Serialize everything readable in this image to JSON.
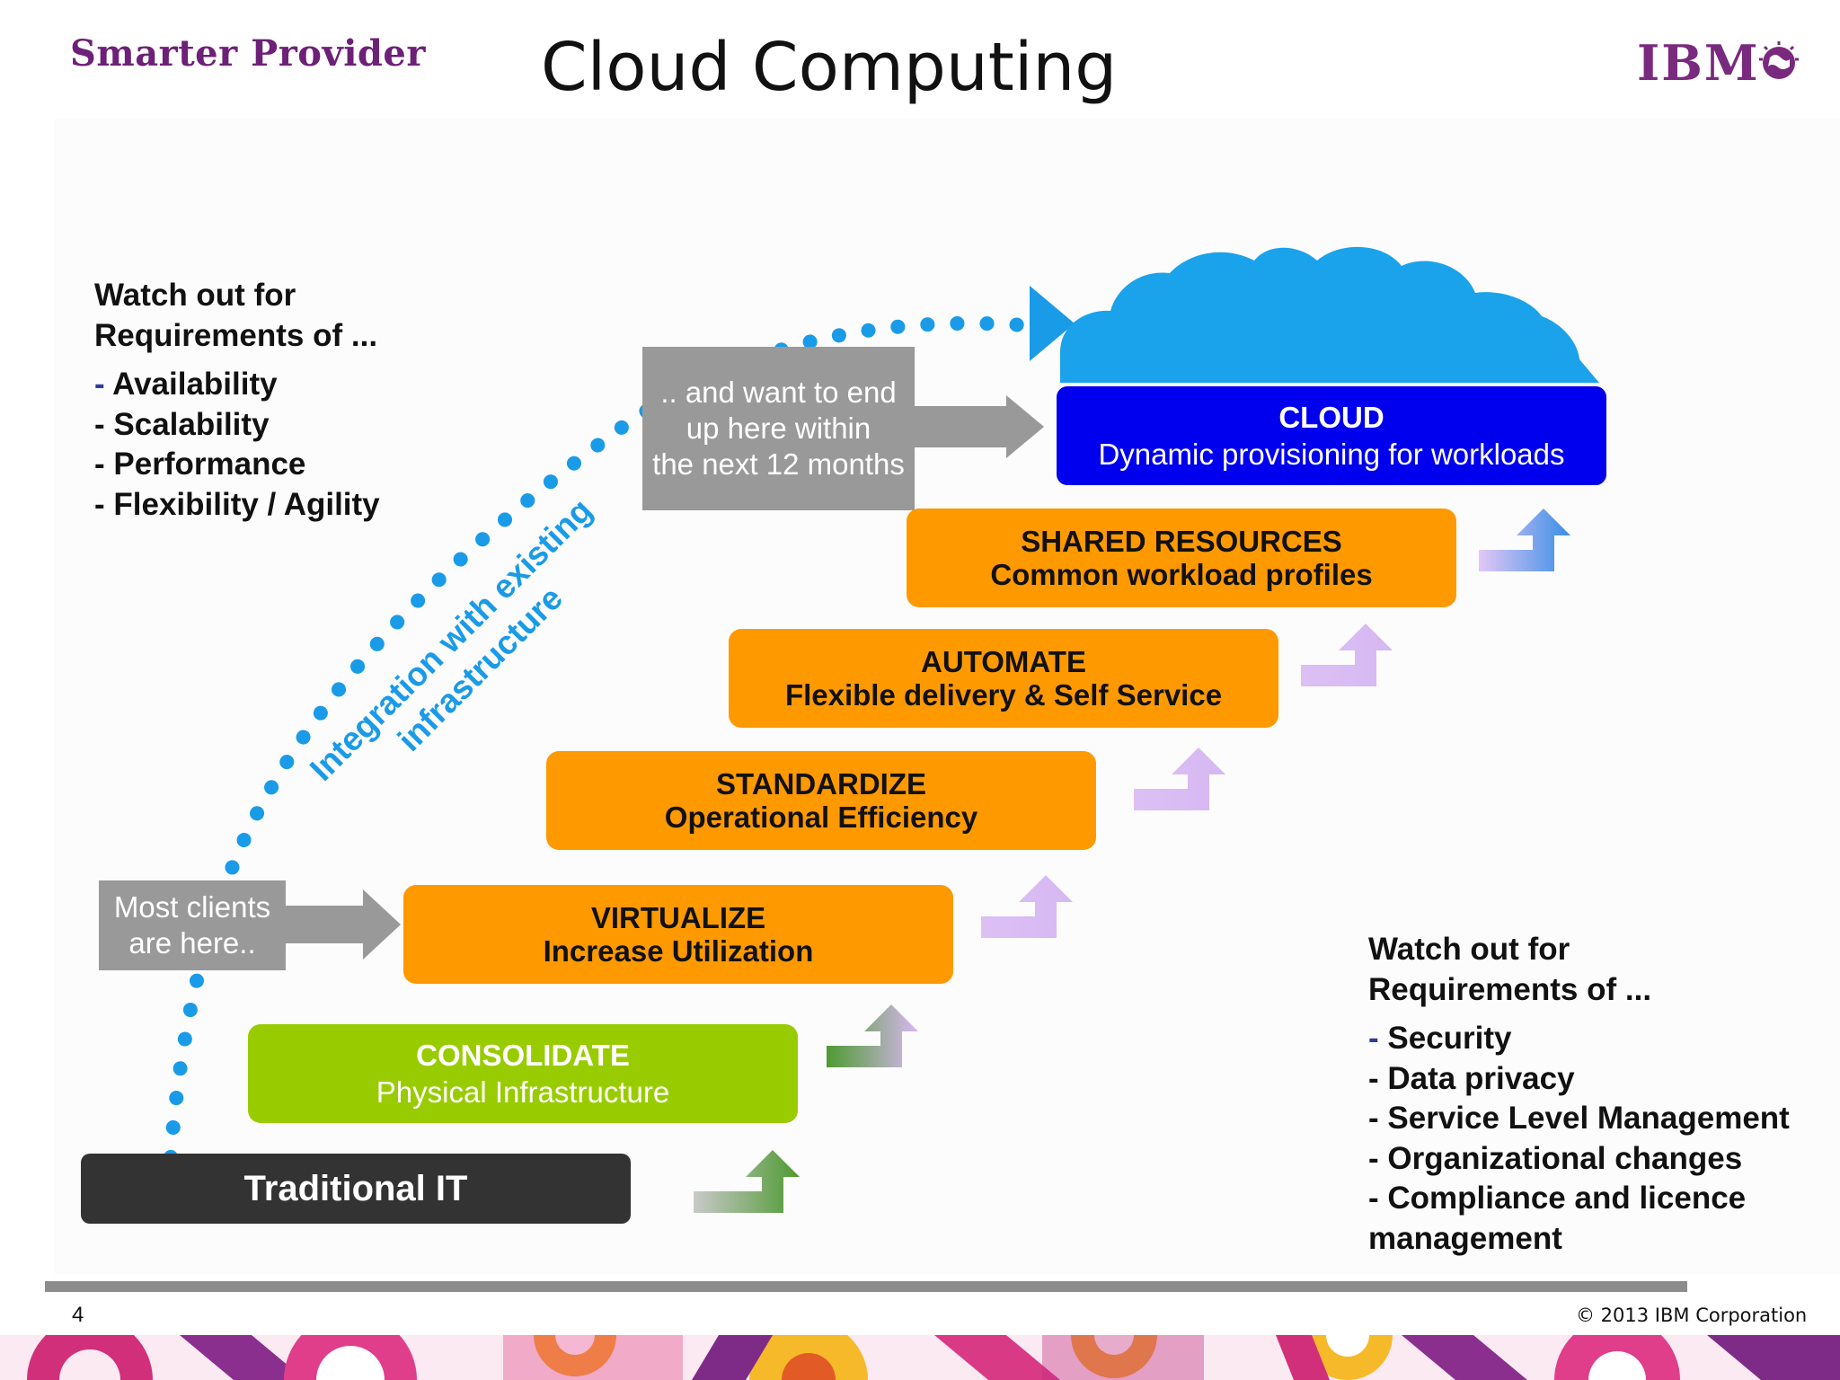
{
  "header": {
    "brand": "Smarter Provider",
    "title": "Cloud Computing",
    "logo_text": "IBM"
  },
  "left_notes": {
    "heading_line1": "Watch out for",
    "heading_line2": "Requirements of ...",
    "items": [
      "Availability",
      "Scalability",
      "Performance",
      "Flexibility / Agility"
    ]
  },
  "right_notes": {
    "heading_line1": "Watch out for",
    "heading_line2": "Requirements of ...",
    "items": [
      "Security",
      "Data privacy",
      "Service Level Management",
      "Organizational changes",
      "Compliance and licence",
      "management"
    ]
  },
  "steps": {
    "traditional": {
      "title": "Traditional IT"
    },
    "consolidate": {
      "title": "CONSOLIDATE",
      "sub": "Physical Infrastructure"
    },
    "virtualize": {
      "title": "VIRTUALIZE",
      "sub": "Increase Utilization"
    },
    "standardize": {
      "title": "STANDARDIZE",
      "sub": "Operational Efficiency"
    },
    "automate": {
      "title": "AUTOMATE",
      "sub": "Flexible delivery & Self Service"
    },
    "shared": {
      "title": "SHARED RESOURCES",
      "sub": "Common workload profiles"
    },
    "cloud": {
      "title": "CLOUD",
      "sub": "Dynamic provisioning for workloads"
    }
  },
  "callouts": {
    "most_clients_line1": "Most clients",
    "most_clients_line2": "are here..",
    "want_end_line1": ".. and want to end",
    "want_end_line2": "up here within",
    "want_end_line3": "the next 12 months"
  },
  "integration": {
    "line1": "Integration with existing",
    "line2": "infrastructure"
  },
  "footer": {
    "page_number": "4",
    "copyright": "© 2013 IBM Corporation"
  },
  "colors": {
    "brand_purple": "#6d2077",
    "orange": "#ff9900",
    "green": "#99cc00",
    "cloud_blue": "#1aa3ea",
    "cloud_box": "#0000ee",
    "dots_blue": "#1a9be8"
  }
}
